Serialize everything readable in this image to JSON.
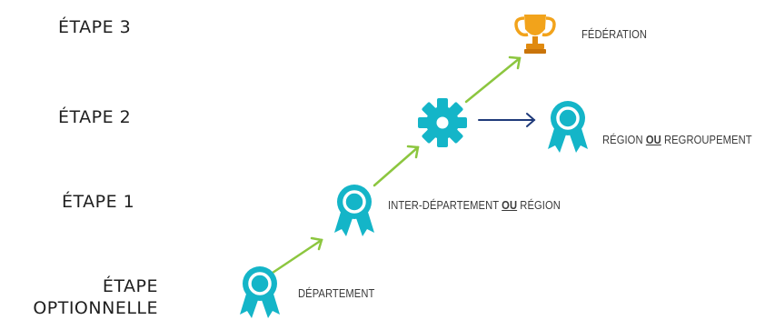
{
  "colors": {
    "teal": "#14b5c8",
    "green_arrow": "#8cc63f",
    "navy_arrow": "#1f3a7a",
    "trophy_gold": "#f2a31b"
  },
  "stages": {
    "etape3": "ÉTAPE 3",
    "etape2": "ÉTAPE 2",
    "etape1": "ÉTAPE 1",
    "optional_line1": "ÉTAPE",
    "optional_line2": "OPTIONNELLE"
  },
  "nodes": {
    "federation": {
      "icon": "trophy-icon",
      "label": "FÉDÉRATION"
    },
    "gear": {
      "icon": "gear-icon"
    },
    "region_regroupement": {
      "icon": "award-ribbon-icon",
      "label_before": "RÉGION ",
      "label_ou": "OU",
      "label_after": " REGROUPEMENT"
    },
    "inter_departement": {
      "icon": "award-ribbon-icon",
      "label_before": "INTER-DÉPARTEMENT ",
      "label_ou": "OU",
      "label_after": " RÉGION"
    },
    "departement": {
      "icon": "award-ribbon-icon",
      "label": "DÉPARTEMENT"
    }
  }
}
